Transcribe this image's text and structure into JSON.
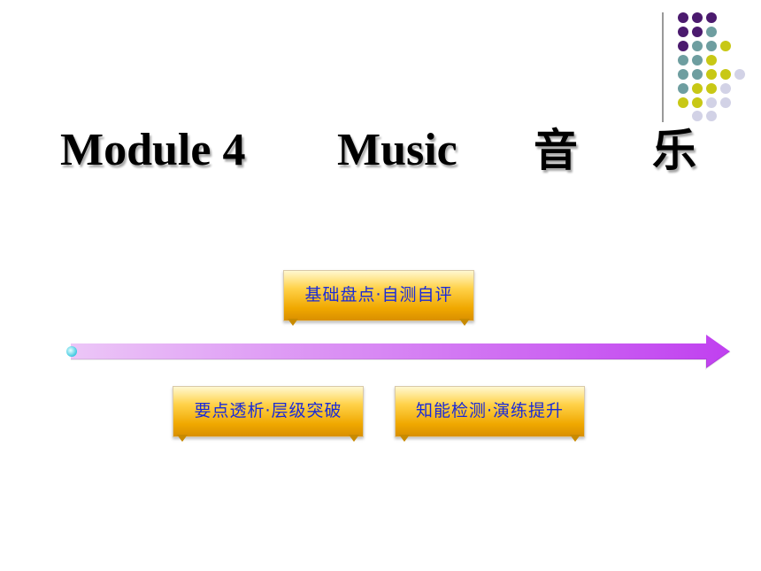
{
  "slide": {
    "title_module": "Module 4",
    "title_topic": "Music",
    "title_chinese_1": "音",
    "title_chinese_2": "乐"
  },
  "nav": {
    "top_button": "基础盘点·自测自评",
    "left_button": "要点透析·层级突破",
    "right_button": "知能检测·演练提升"
  },
  "colors": {
    "dot_purple": "#4b1a6e",
    "dot_teal": "#6e9ea0",
    "dot_yellow": "#c8c815",
    "dot_lavender": "#d2d2e6",
    "arrow_start": "#e8b8f4",
    "arrow_end": "#c040f0",
    "button_gold": "#f0a800",
    "button_text": "#1a2bd8"
  },
  "icons": {
    "decoration": "dot-grid",
    "timeline": "right-arrow"
  }
}
